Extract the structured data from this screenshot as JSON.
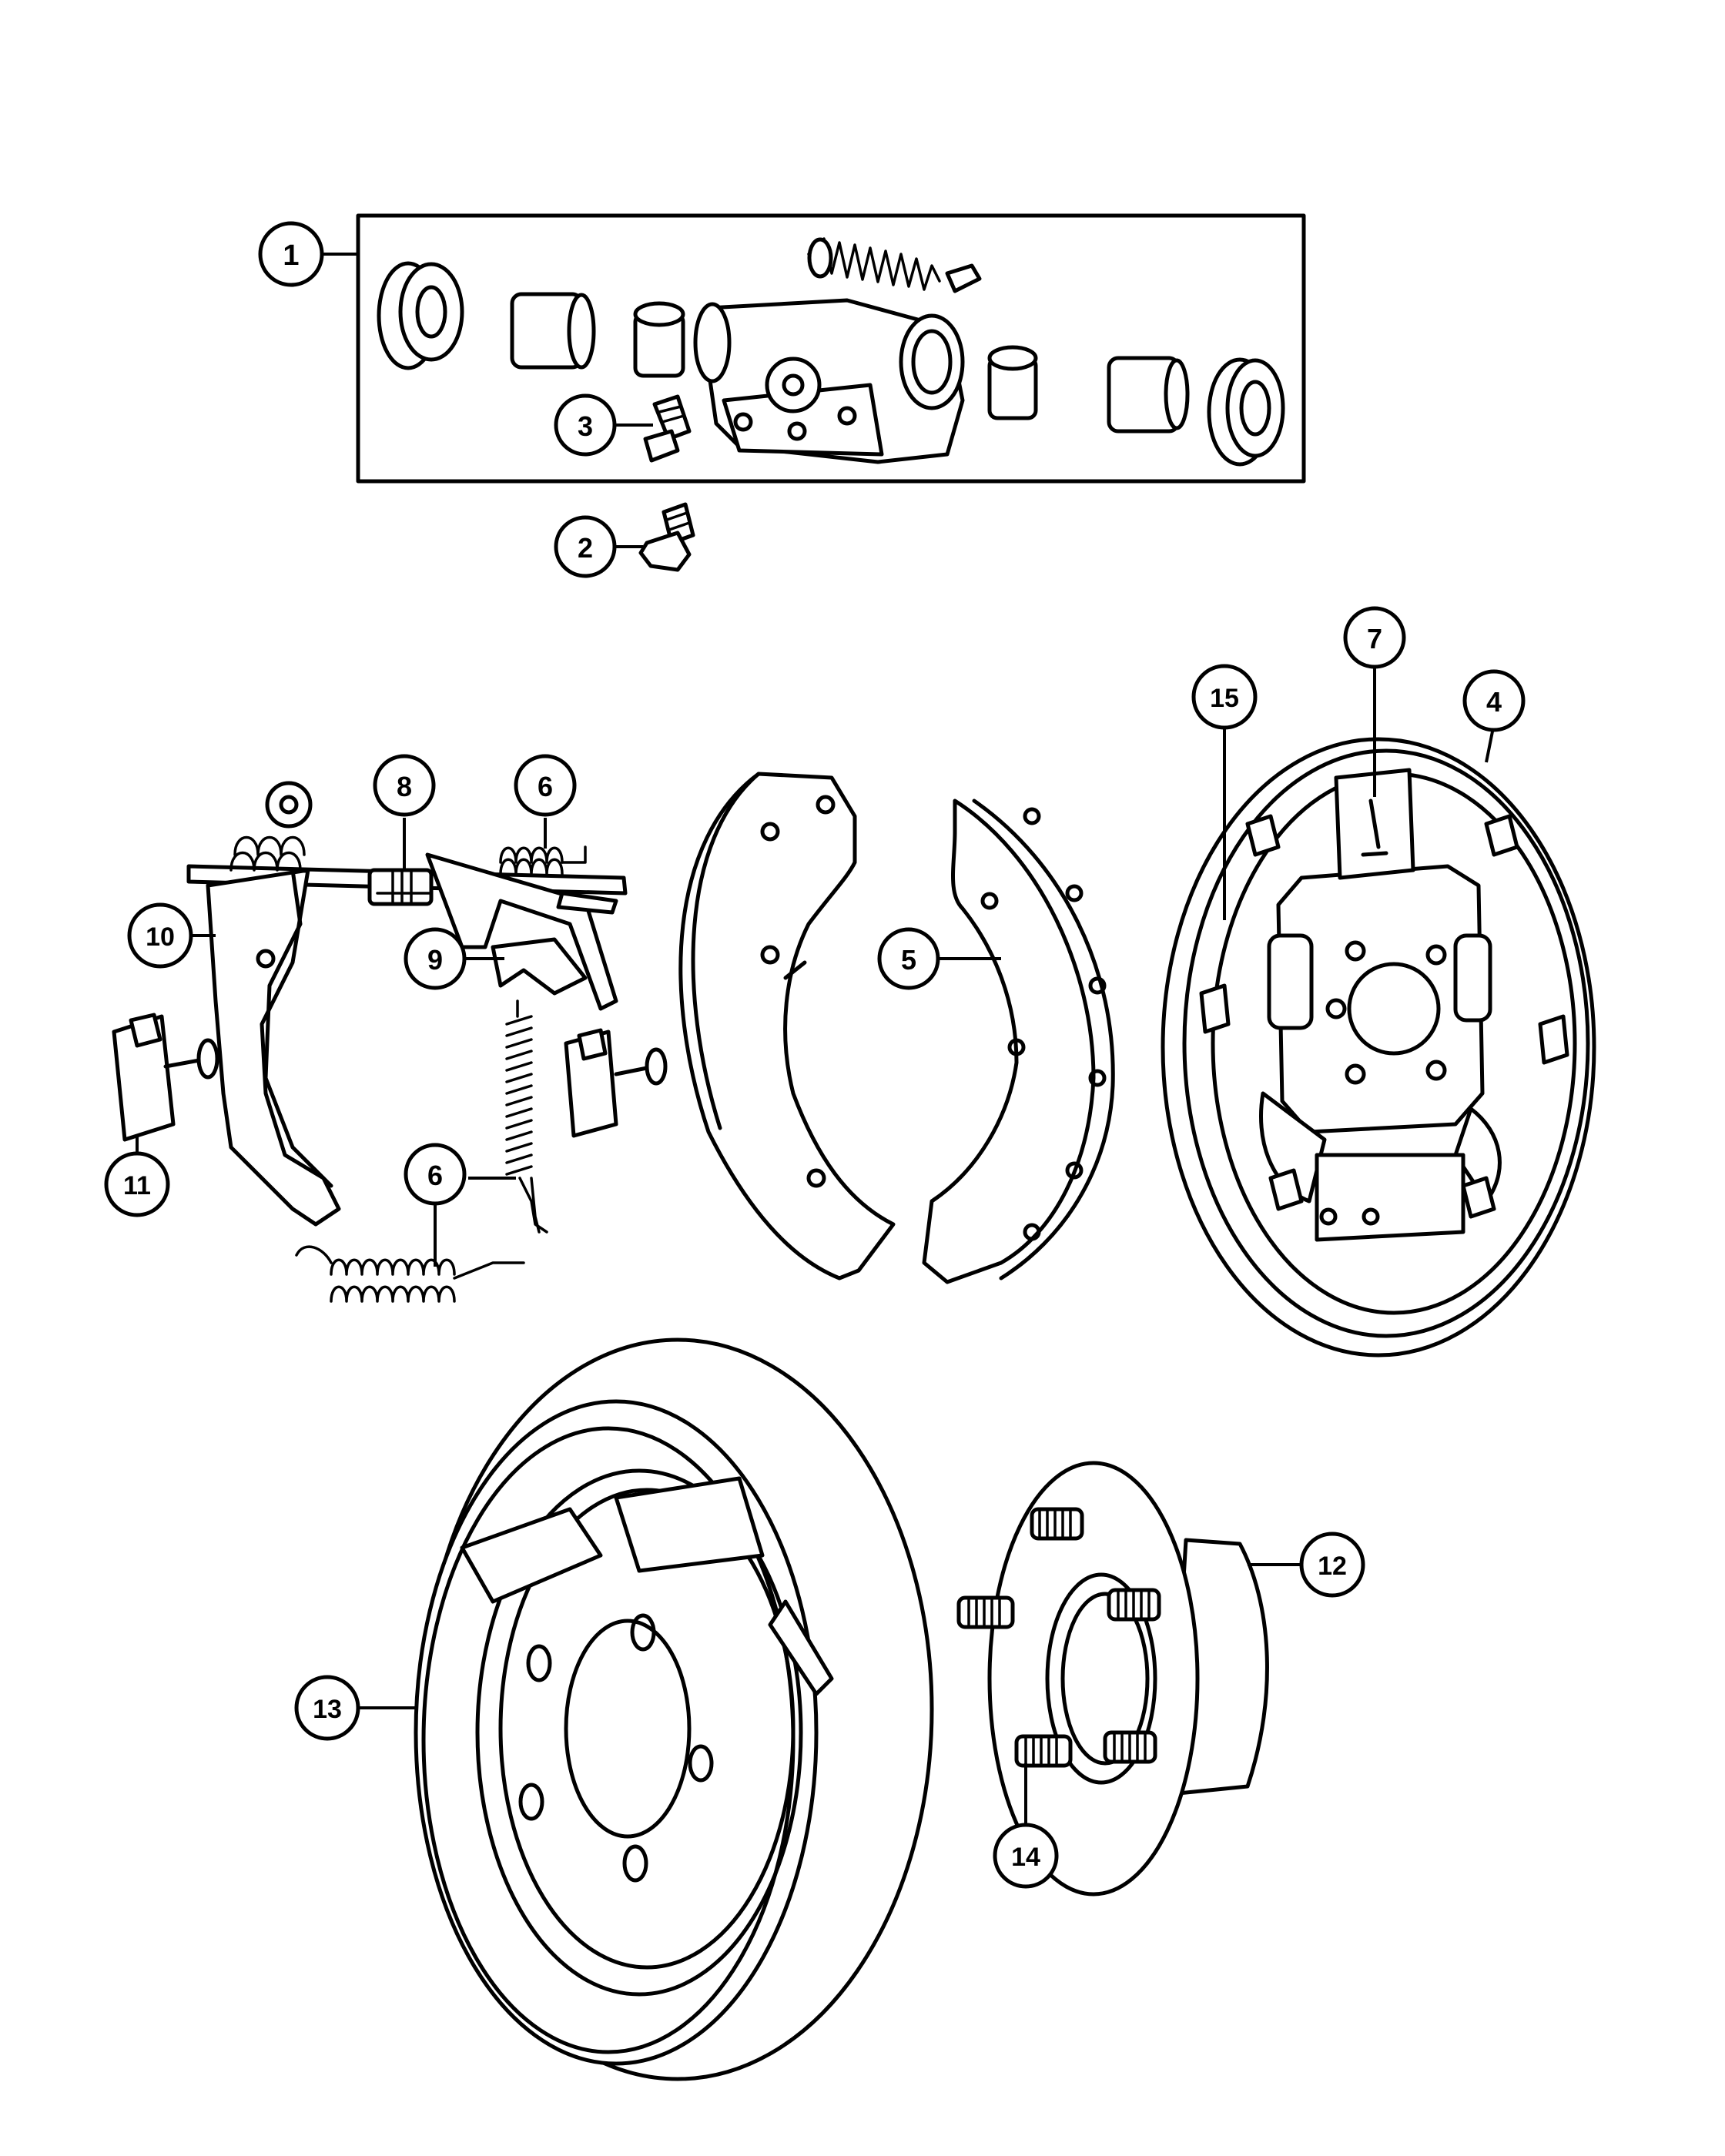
{
  "callouts": [
    {
      "id": "c1",
      "label": "1"
    },
    {
      "id": "c2",
      "label": "2"
    },
    {
      "id": "c3",
      "label": "3"
    },
    {
      "id": "c4",
      "label": "4"
    },
    {
      "id": "c5",
      "label": "5"
    },
    {
      "id": "c6a",
      "label": "6"
    },
    {
      "id": "c6b",
      "label": "6"
    },
    {
      "id": "c7",
      "label": "7"
    },
    {
      "id": "c8",
      "label": "8"
    },
    {
      "id": "c9",
      "label": "9"
    },
    {
      "id": "c10",
      "label": "10"
    },
    {
      "id": "c11",
      "label": "11"
    },
    {
      "id": "c12",
      "label": "12"
    },
    {
      "id": "c13",
      "label": "13"
    },
    {
      "id": "c14",
      "label": "14"
    },
    {
      "id": "c15",
      "label": "15"
    }
  ]
}
